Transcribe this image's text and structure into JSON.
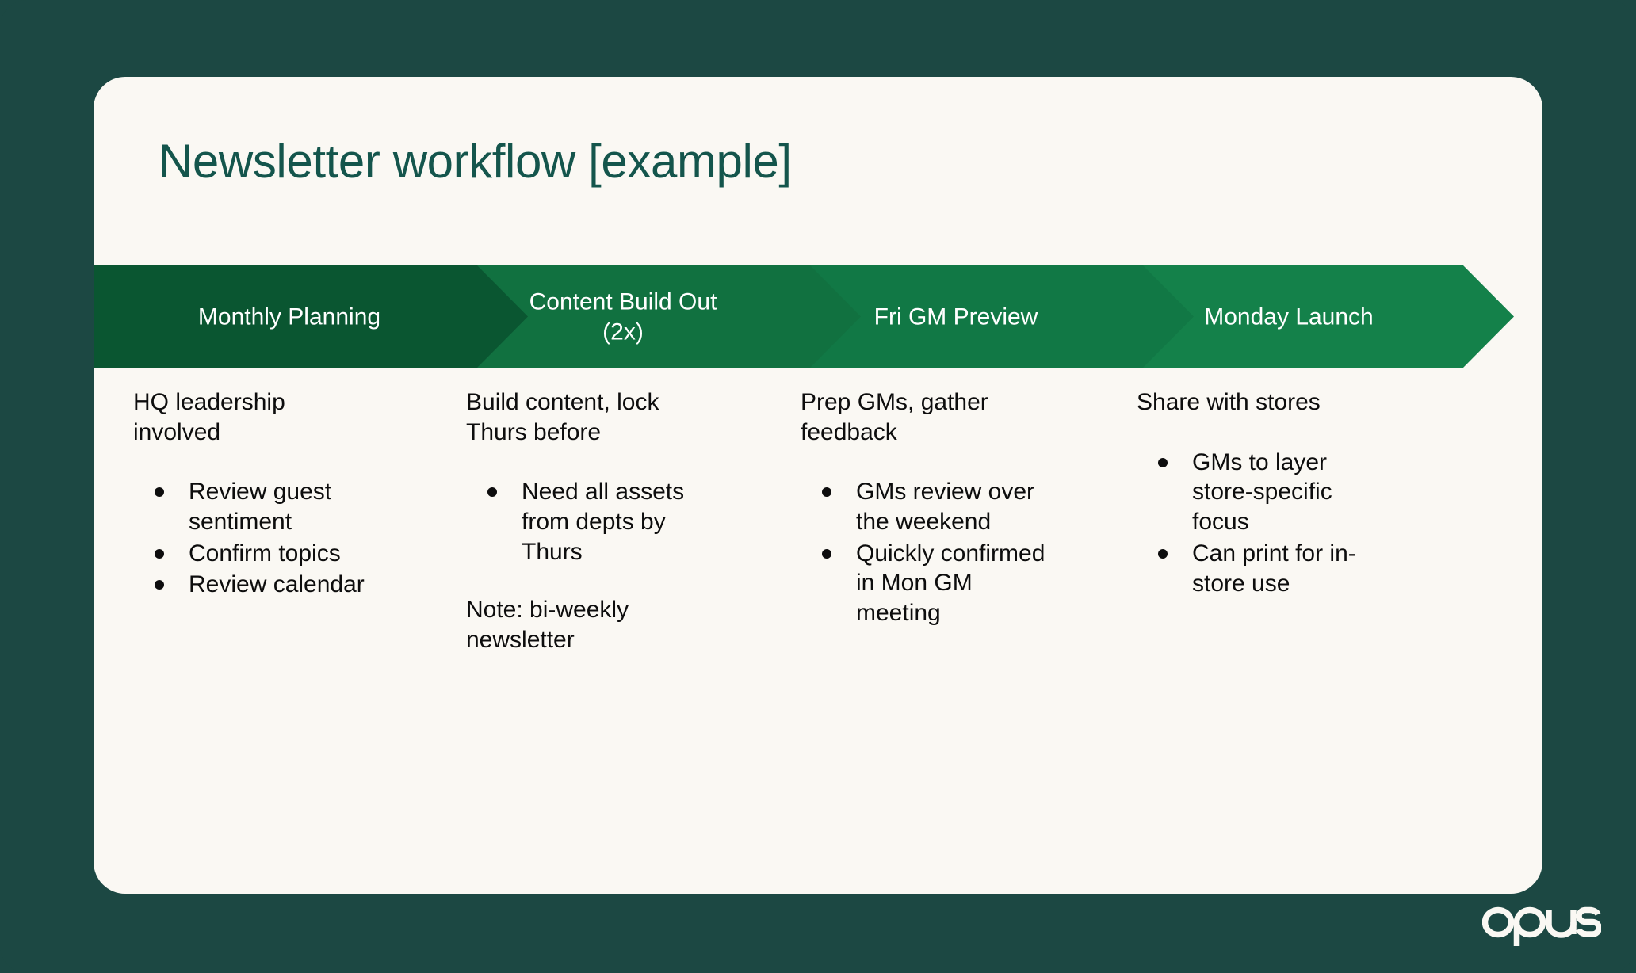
{
  "theme": {
    "background": "#1c4843",
    "card_background": "#faf8f3",
    "title_color": "#14554c",
    "body_text_color": "#0d0d0d",
    "chevron_colors": [
      "#0a5631",
      "#117140",
      "#117845",
      "#14814a"
    ],
    "chevron_label_color": "#ffffff",
    "brand_color": "#faf8f3"
  },
  "title": "Newsletter workflow [example]",
  "brand": {
    "name": "opus",
    "label": "opus-logo"
  },
  "chart_data": {
    "type": "process-flow",
    "title": "Newsletter workflow [example]",
    "stage_count": 4,
    "stages": [
      {
        "label": "Monthly Planning",
        "color": "#0a5631",
        "head": "HQ leadership involved",
        "bullets": [
          "Review guest sentiment",
          "Confirm topics",
          "Review calendar"
        ],
        "note": ""
      },
      {
        "label": "Content Build Out\n(2x)",
        "color": "#117140",
        "head": "Build content, lock Thurs before",
        "bullets": [
          "Need all assets from depts by Thurs"
        ],
        "note": "Note: bi-weekly newsletter"
      },
      {
        "label": "Fri GM Preview",
        "color": "#117845",
        "head": "Prep GMs, gather feedback",
        "bullets": [
          "GMs review over the weekend",
          "Quickly confirmed in Mon GM meeting"
        ],
        "note": ""
      },
      {
        "label": "Monday Launch",
        "color": "#14814a",
        "head": "Share with stores",
        "bullets": [
          "GMs to layer store-specific focus",
          "Can print for in-store use"
        ],
        "note": ""
      }
    ]
  }
}
